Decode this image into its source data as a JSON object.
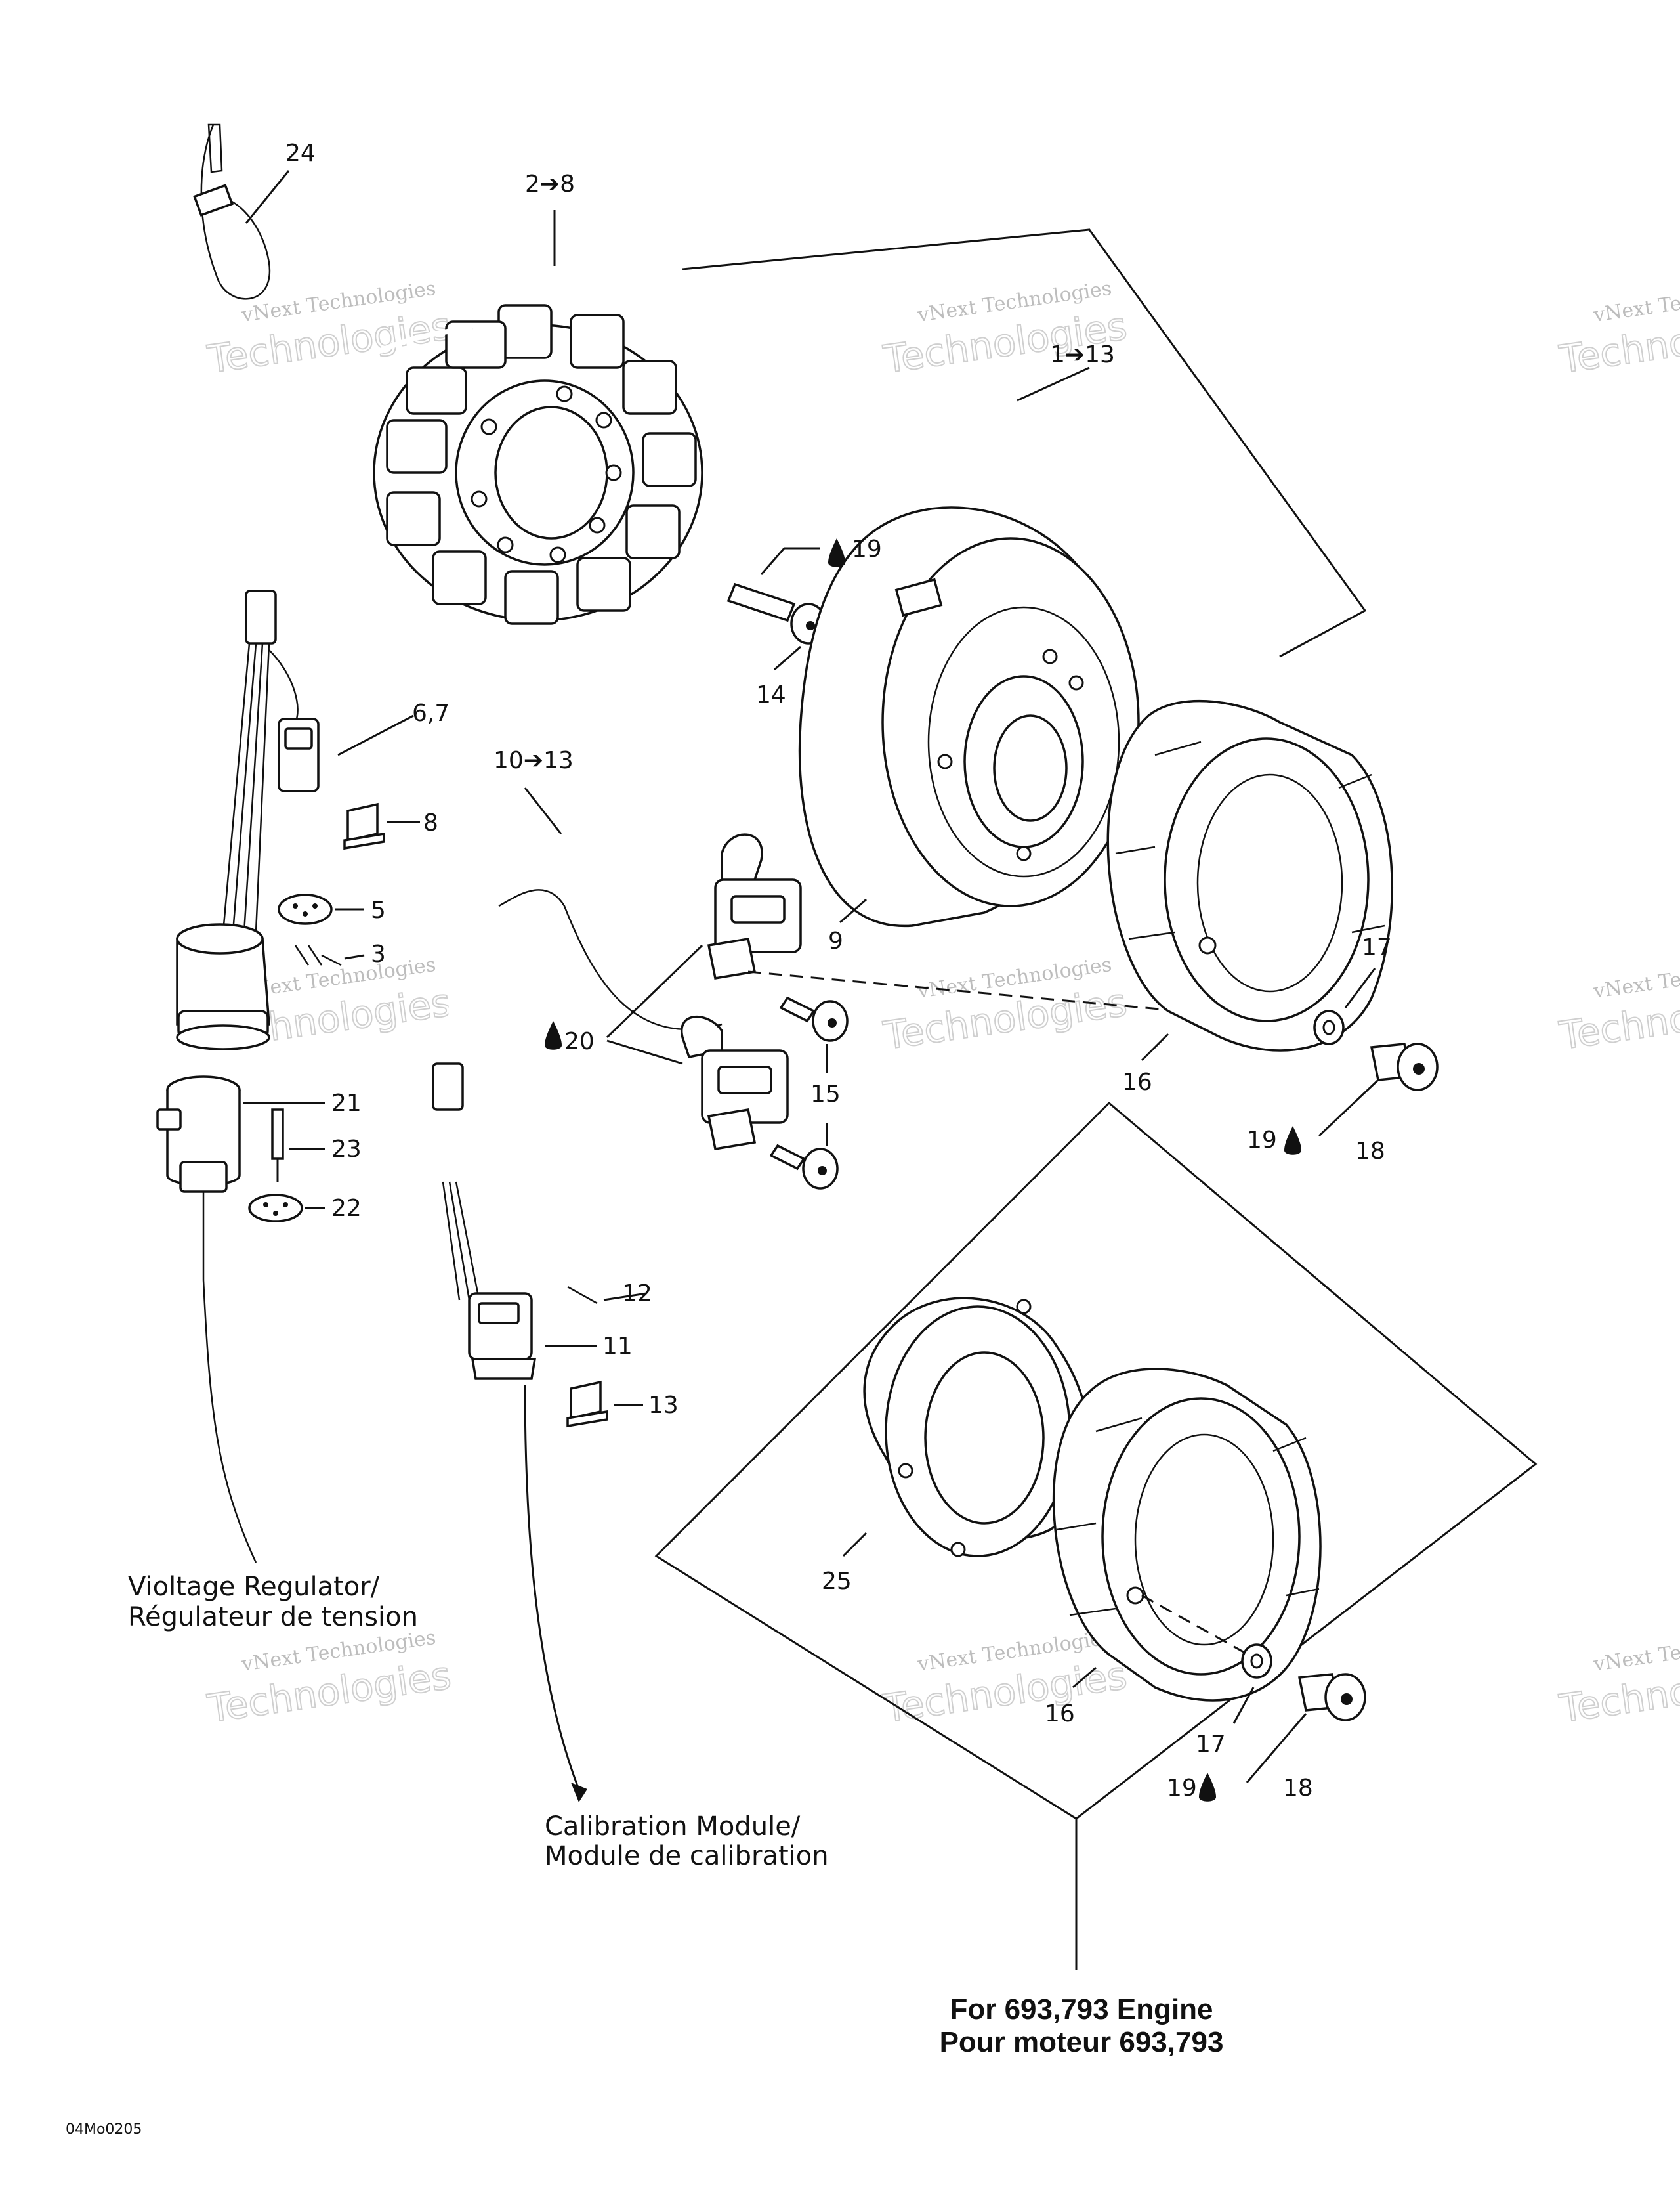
{
  "callouts": {
    "c24": "24",
    "c2_8": "2➔8",
    "c1_13": "1➔13",
    "c19a": "19",
    "c14": "14",
    "c6_7": "6,7",
    "c10_13": "10➔13",
    "c8": "8",
    "c5": "5",
    "c3": "3",
    "c9": "9",
    "c17a": "17",
    "c20": "20",
    "c15": "15",
    "c16a": "16",
    "c21": "21",
    "c19b": "19",
    "c18a": "18",
    "c23": "23",
    "c22": "22",
    "c12": "12",
    "c11": "11",
    "c13": "13",
    "c25": "25",
    "c16b": "16",
    "c17b": "17",
    "c19c": "19",
    "c18b": "18"
  },
  "captions": {
    "regulator_line1": "Violtage Regulator/",
    "regulator_line2": "Régulateur de tension",
    "calibration_line1": "Calibration Module/",
    "calibration_line2": "Module de calibration",
    "engine_line1": "For 693,793 Engine",
    "engine_line2": "Pour moteur 693,793"
  },
  "figure_code": "04Mo0205",
  "watermark": {
    "line1": "vNext Technologies",
    "line2": "Technologies"
  }
}
